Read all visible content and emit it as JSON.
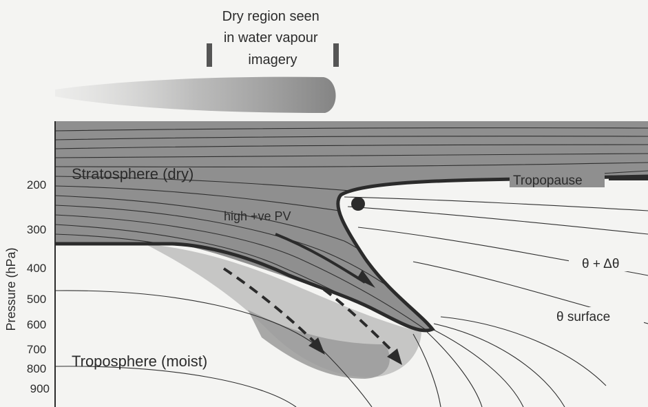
{
  "header": {
    "dry_region_lines": [
      "Dry region seen",
      "in water vapour",
      "imagery"
    ]
  },
  "labels": {
    "stratosphere": "Stratosphere (dry)",
    "troposphere": "Troposphere (moist)",
    "tropopause": "Tropopause",
    "high_pv": "high +ve PV",
    "theta_plus": "θ + Δθ",
    "theta_surface": "θ surface"
  },
  "y_axis": {
    "title": "Pressure (hPa)",
    "ticks": [
      "200",
      "300",
      "400",
      "500",
      "600",
      "700",
      "800",
      "900"
    ]
  },
  "colors": {
    "background": "#f4f4f2",
    "stratosphere_fill": "#8f8f8f",
    "dry_tongue_fill": "#bdbdbd",
    "moist_shade": "#9a9a9a",
    "line": "#2b2b2b"
  }
}
